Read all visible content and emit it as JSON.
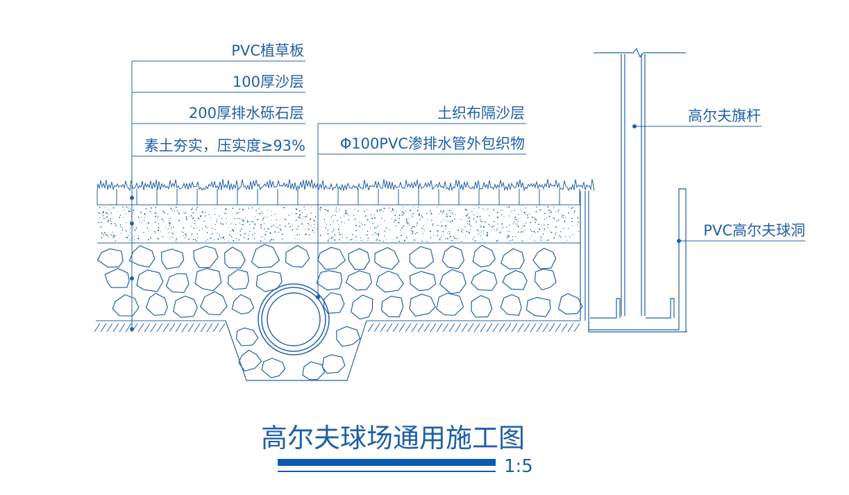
{
  "colors": {
    "line": "#1f5fa8",
    "bar": "#0a5bb0",
    "background": "#ffffff"
  },
  "labels": {
    "pvc_turf_panel": "PVC植草板",
    "sand_layer": "100厚沙层",
    "gravel_layer": "200厚排水砾石层",
    "compacted_soil": "素土夯实，压实度≥93%",
    "geotextile": "土织布隔沙层",
    "drain_pipe": "Φ100PVC渗排水管外包织物",
    "flagpole": "高尔夫旗杆",
    "golf_hole": "PVC高尔夫球洞"
  },
  "title": {
    "text": "高尔夫球场通用施工图",
    "scale": "1:5"
  }
}
